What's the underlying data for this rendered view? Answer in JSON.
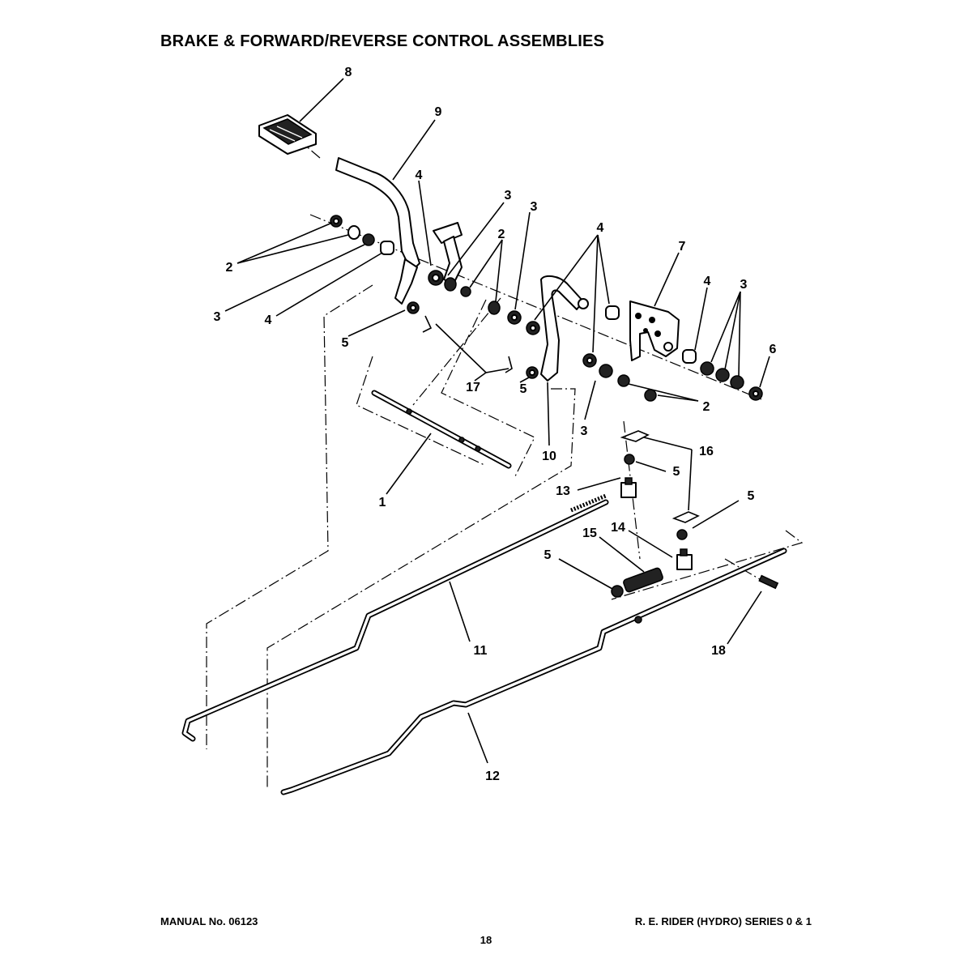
{
  "page": {
    "title": "BRAKE & FORWARD/REVERSE CONTROL ASSEMBLIES",
    "footer_left": "MANUAL No. 06123",
    "footer_right": "R. E. RIDER (HYDRO) SERIES 0 & 1",
    "page_number": "18"
  },
  "callouts": [
    "1",
    "2",
    "3",
    "4",
    "5",
    "6",
    "7",
    "8",
    "9",
    "10",
    "11",
    "12",
    "13",
    "14",
    "15",
    "16",
    "17",
    "18"
  ]
}
